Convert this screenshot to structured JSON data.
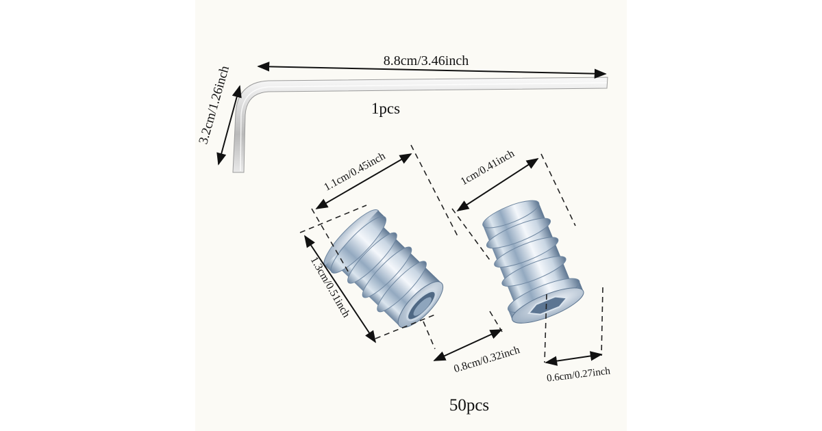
{
  "wrench": {
    "length_label": "8.8cm/3.46inch",
    "height_label": "3.2cm/1.26inch",
    "quantity_label": "1pcs"
  },
  "inserts": {
    "flange_diameter_label": "1.1cm/0.45inch",
    "body_diameter_label": "1cm/0.41inch",
    "length_label": "1.3cm/0.51inch",
    "thread_diameter_label": "0.8cm/0.32inch",
    "hex_size_label": "0.6cm/0.27inch",
    "quantity_label": "50pcs"
  },
  "colors": {
    "panel": "#fbfaf5",
    "metal_light": "#eef3f8",
    "metal_mid": "#a9bdd1",
    "metal_dark": "#5d7590",
    "wrench_light": "#f2f2f2",
    "wrench_dark": "#9a9a9a"
  }
}
